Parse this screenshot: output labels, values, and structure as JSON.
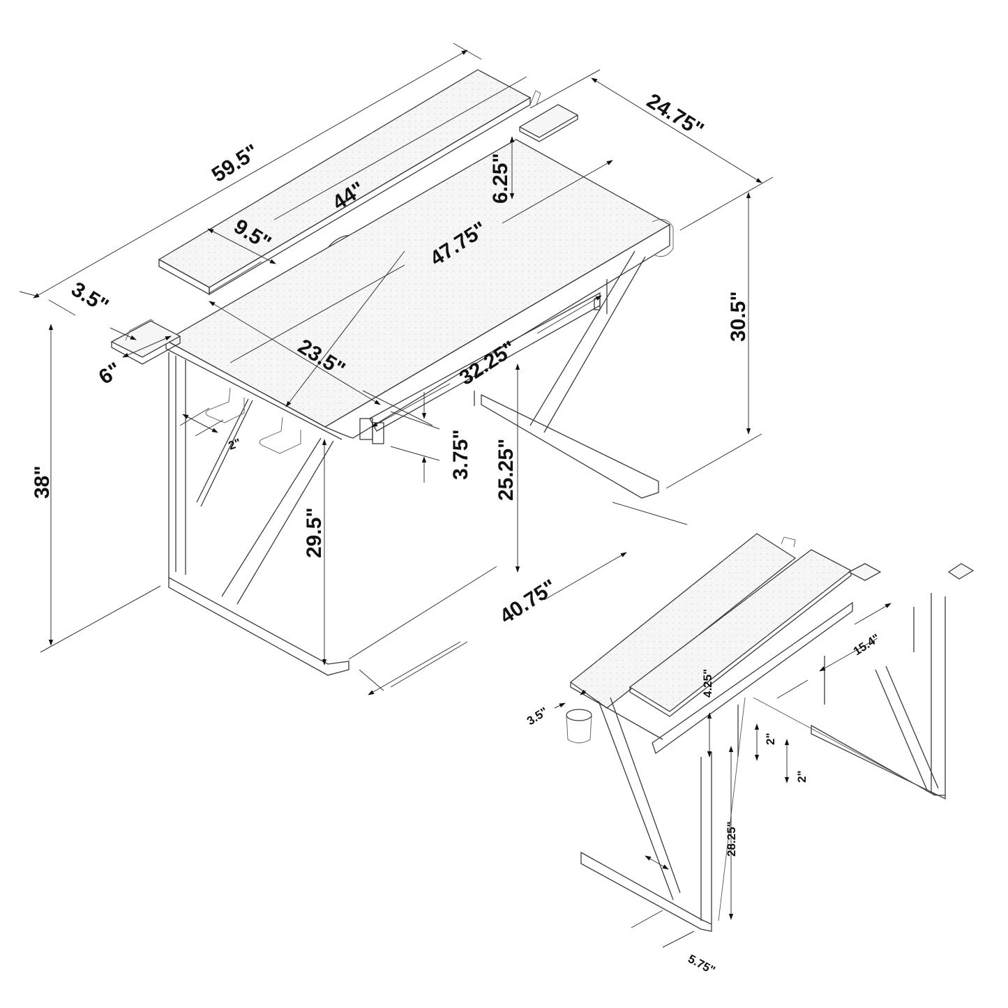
{
  "diagram": {
    "title": "Gaming desk dimension drawing",
    "views": [
      "main-isometric-front-view",
      "secondary-isometric-rear-view"
    ],
    "line_color": "#3a3a3a",
    "background": "#ffffff",
    "main_view": {
      "overall_width": "59.5\"",
      "overall_depth": "24.75\"",
      "overall_height": "38\"",
      "shelf_length": "44\"",
      "shelf_depth": "9.5\"",
      "shelf_clearance": "6.25\"",
      "side_tray_depth": "3.5\"",
      "side_tray_width": "6\"",
      "desktop_width": "47.75\"",
      "desktop_depth": "23.5\"",
      "desktop_height": "30.5\"",
      "keyboard_tray_width": "32.25\"",
      "keyboard_tray_height": "3.75\"",
      "knee_clearance": "25.25\"",
      "leg_clearance": "29.5\"",
      "base_length": "40.75\"",
      "hook_spacing": "2\""
    },
    "secondary_view": {
      "monitor_stand_height": "4.25\"",
      "cup_holder_offset": "3.5\"",
      "bracket_width": "15.4\"",
      "bracket_spacing_1": "2\"",
      "bracket_spacing_2": "2\"",
      "under_desk_height": "28.25\"",
      "leg_width": "5.75\""
    }
  }
}
